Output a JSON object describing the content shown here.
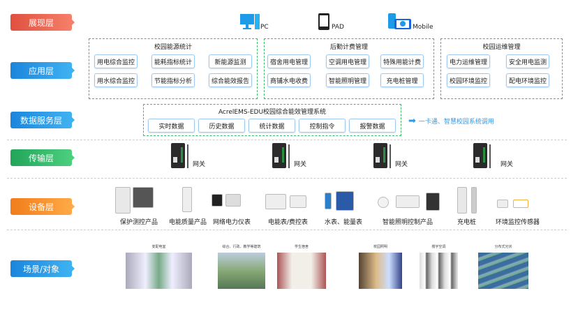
{
  "layers": [
    "展现层",
    "应用层",
    "数据服务层",
    "传输层",
    "设备层",
    "场景/对象"
  ],
  "presentation": {
    "devices": [
      {
        "label": "PC",
        "icon": "monitor-icon"
      },
      {
        "label": "PAD",
        "icon": "tablet-icon"
      },
      {
        "label": "Mobile",
        "icon": "mobile-icon"
      }
    ]
  },
  "application": {
    "groups": [
      {
        "title": "校园能源统计",
        "items": [
          "用电综合监控",
          "能耗指标统计",
          "新能源监测",
          "用水综合监控",
          "节能指标分析",
          "综合能效报告"
        ]
      },
      {
        "title": "后勤计费管理",
        "items": [
          "宿舍用电管理",
          "空调用电管理",
          "特殊用能计费",
          "商铺水电收费",
          "智能照明管理",
          "充电桩管理"
        ]
      },
      {
        "title": "校园运维管理",
        "items": [
          "电力运维管理",
          "安全用电监测",
          "校园环境监控",
          "配电环境监控"
        ]
      }
    ]
  },
  "data_service": {
    "title": "AcrelEMS-EDU校园综合能效管理系统",
    "items": [
      "实时数据",
      "历史数据",
      "统计数据",
      "控制指令",
      "报警数据"
    ],
    "external": "一卡通、智慧校园系统调用"
  },
  "transport": {
    "gateway_label": "网关"
  },
  "devices": [
    "保护测控产品",
    "电能质量产品",
    "网络电力仪表",
    "电能表/费控表",
    "水表、能量表",
    "智能照明控制产品",
    "充电桩",
    "环境监控传感器"
  ],
  "scenes": [
    "变配电室",
    "综合、行政、教学等建筑",
    "学生宿舍",
    "校园照明",
    "楼宇空调",
    "分布式光伏"
  ]
}
